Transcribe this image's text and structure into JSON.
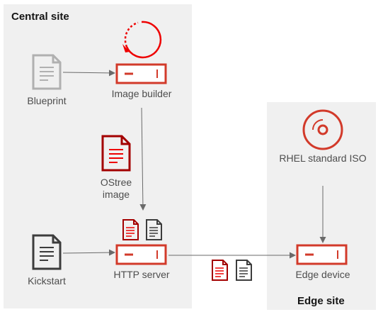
{
  "panels": {
    "central": {
      "title": "Central site"
    },
    "edge": {
      "title": "Edge site"
    }
  },
  "nodes": {
    "blueprint": {
      "label": "Blueprint"
    },
    "image_builder": {
      "label": "Image builder"
    },
    "ostree_image": {
      "label_line1": "OStree",
      "label_line2": "image"
    },
    "kickstart": {
      "label": "Kickstart"
    },
    "http_server": {
      "label": "HTTP server"
    },
    "rhel_iso": {
      "label": "RHEL standard ISO"
    },
    "edge_device": {
      "label": "Edge device"
    }
  },
  "colors": {
    "panel": "#f0f0f0",
    "accent": "#ee0000",
    "accent_dark": "#d23a2a",
    "dark_red": "#a30000",
    "grey_icon": "#b0b0b0",
    "dark_icon": "#3c3c3c",
    "arrow": "#6a6a6a"
  }
}
